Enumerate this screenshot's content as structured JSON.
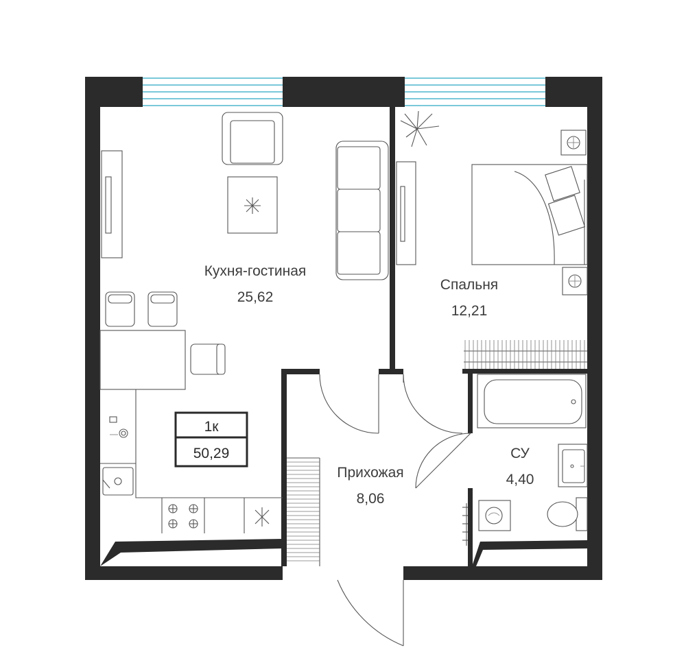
{
  "rooms": {
    "living": {
      "name": "Кухня-гостиная",
      "area": "25,62"
    },
    "bedroom": {
      "name": "Спальня",
      "area": "12,21"
    },
    "hall": {
      "name": "Прихожая",
      "area": "8,06"
    },
    "bathroom": {
      "name": "СУ",
      "area": "4,40"
    }
  },
  "summary": {
    "rooms_count": "1к",
    "total_area": "50,29"
  },
  "colors": {
    "wall": "#2b2b2b",
    "window": "#2ba8c4",
    "furniture_stroke": "#555555"
  }
}
